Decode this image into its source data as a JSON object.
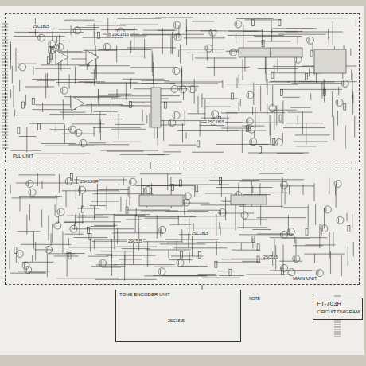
{
  "diagram": {
    "title": "FT-703R",
    "caption": "CIRCUIT DIAGRAM",
    "nodes": [
      {
        "text": [
          "PLL UNIT"
        ]
      },
      {
        "text": [
          "MAIN UNIT"
        ]
      },
      {
        "text": [
          "TONE ENCODER UNIT"
        ]
      },
      {
        "text": [
          "FT-703R",
          "CIRCUIT DIAGRAM"
        ]
      }
    ],
    "edges": [
      {
        "from": 0,
        "to": 1,
        "arrow": "none"
      },
      {
        "from": 2,
        "to": 1,
        "arrow": "none"
      }
    ],
    "labels": [
      "NOTE",
      "2SC1815",
      "2SC1815",
      "2SC1815",
      "2SK19GR",
      "2SC535",
      "2SC1815",
      "2SC535",
      "2SC1815"
    ]
  }
}
